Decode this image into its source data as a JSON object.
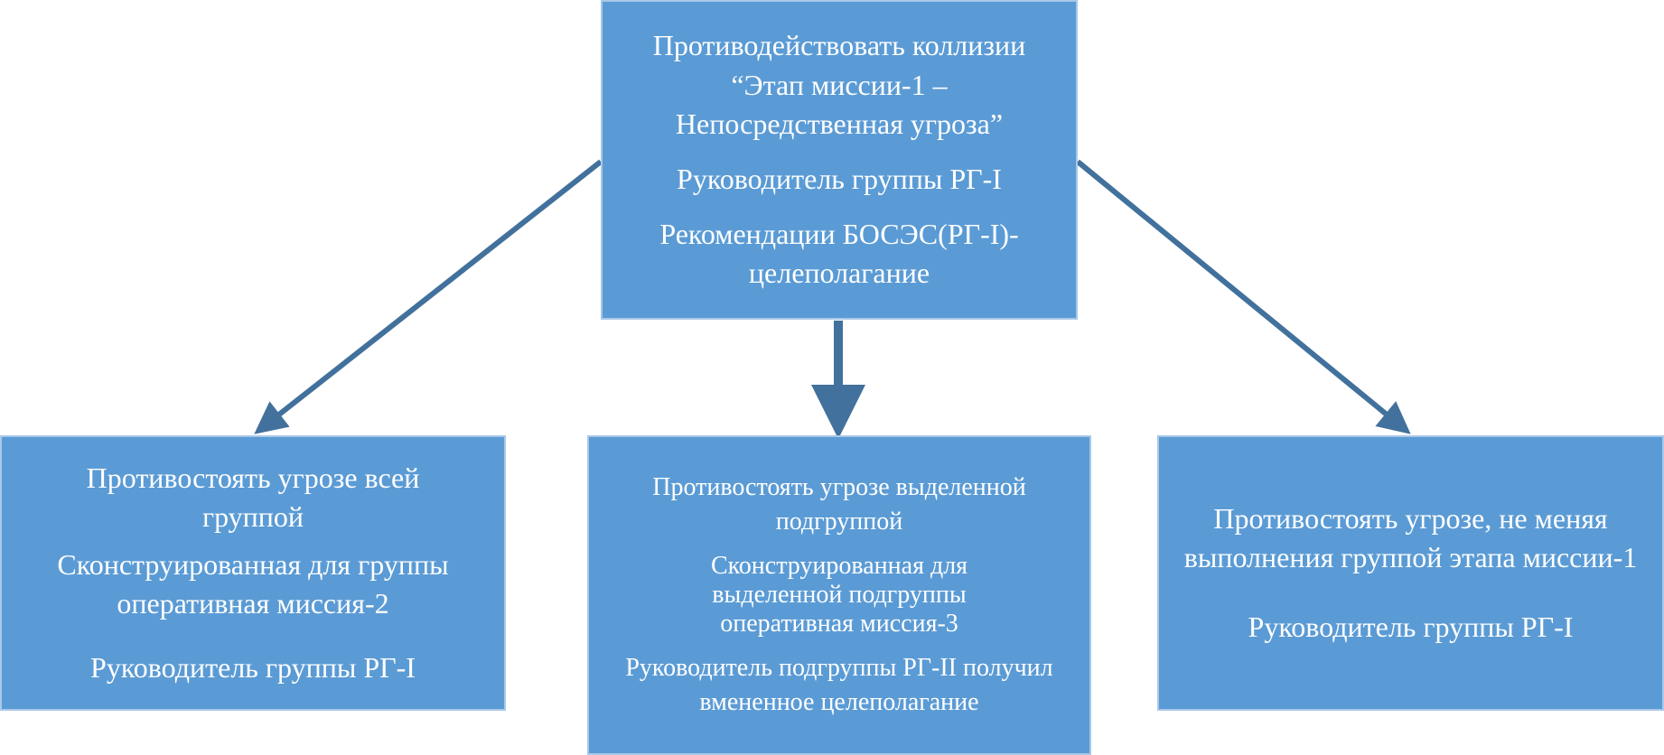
{
  "colors": {
    "box_fill": "#5B9BD5",
    "arrow": "#41719C",
    "text": "#FFFFFF"
  },
  "top": {
    "title": "Противодействовать коллизии “Этап миссии-1 – Непосредственная угроза”",
    "leader": "Руководитель группы РГ-I",
    "recommendation": "Рекомендации БОСЭС(РГ-I)-целеполагание"
  },
  "options": [
    {
      "title": "Противостоять угрозе всей группой",
      "mission": "Сконструированная для группы оперативная миссия-2",
      "leader": "Руководитель группы РГ-I"
    },
    {
      "title": "Противостоять угрозе выделенной подгруппой",
      "mission": "Сконструированная для выделенной подгруппы оперативная миссия-3",
      "leader": "Руководитель подгруппы РГ-II получил вмененное целеполагание"
    },
    {
      "title": "Противостоять угрозе, не меняя выполнения группой этапа миссии-1",
      "leader": "Руководитель группы РГ-I"
    }
  ]
}
